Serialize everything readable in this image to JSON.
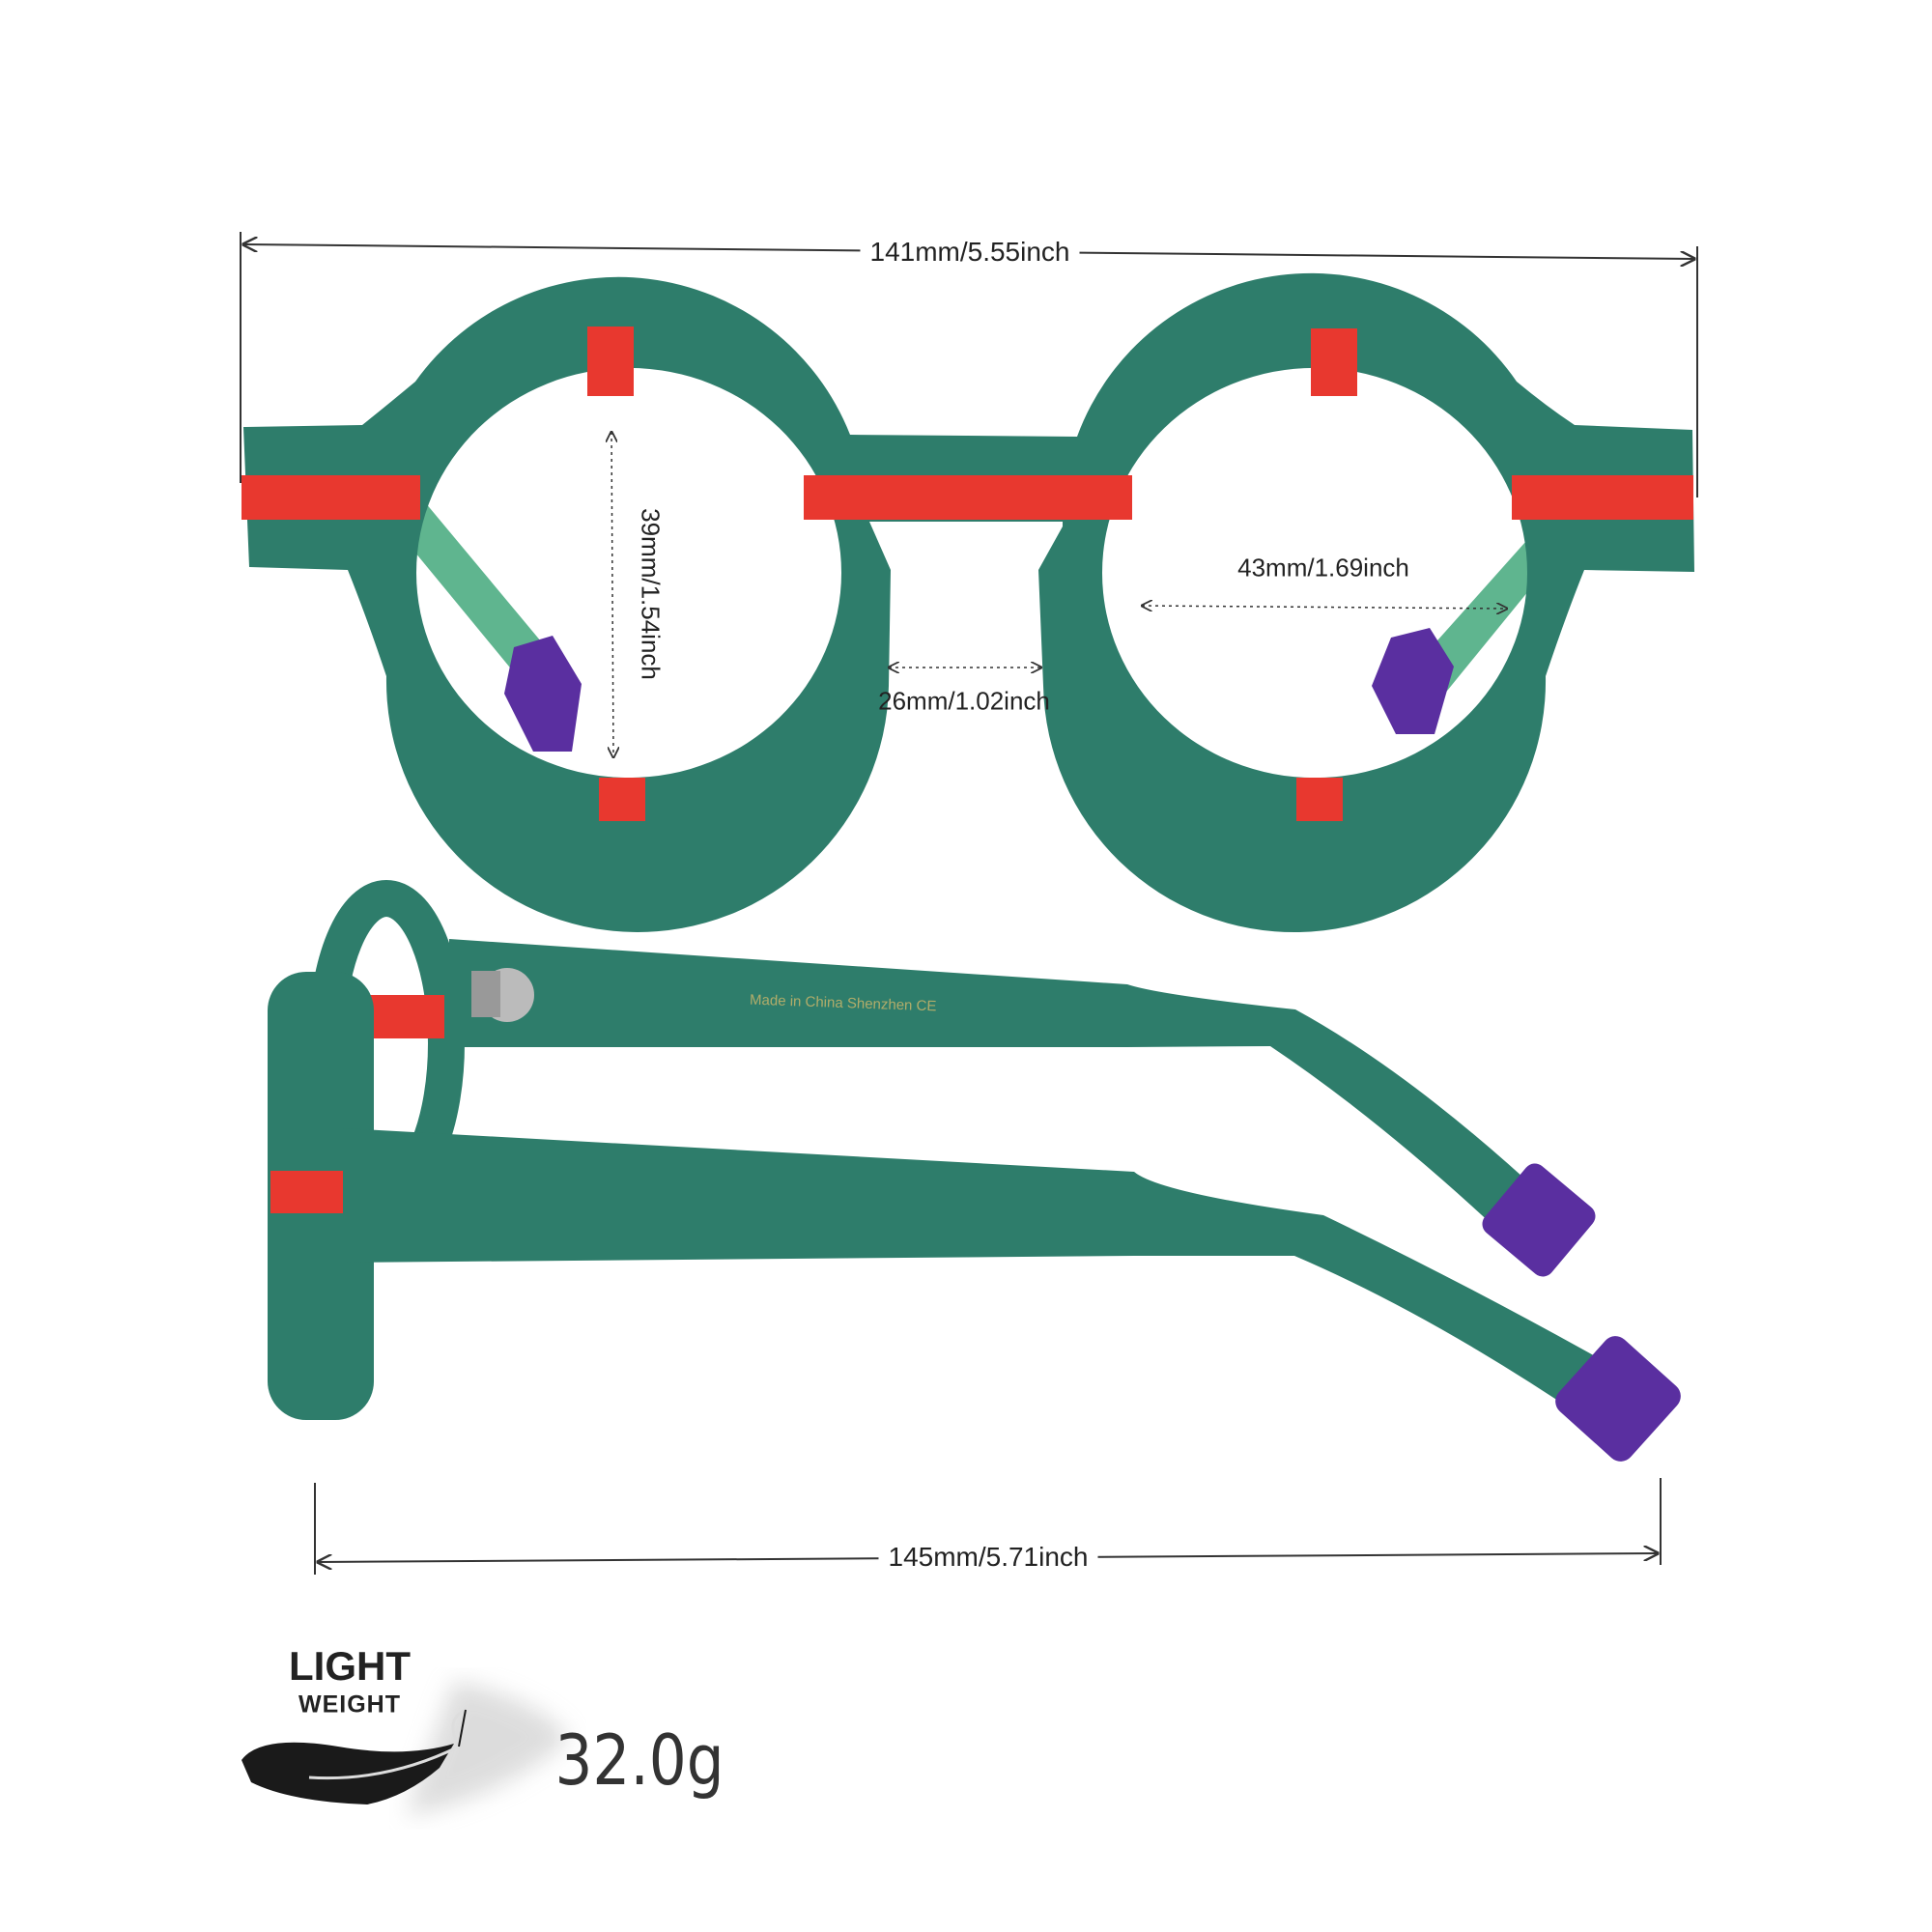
{
  "dimensions": {
    "frame_width": "141mm/5.55inch",
    "lens_height": "39mm/1.54inch",
    "lens_width": "43mm/1.69inch",
    "bridge_width": "26mm/1.02inch",
    "temple_length": "145mm/5.71inch"
  },
  "temple_imprint": "Made in China Shenzhen CE",
  "weight_badge": {
    "line1": "LIGHT",
    "line2": "WEIGHT",
    "value": "32.0g",
    "icon": "feather-icon"
  },
  "colors": {
    "frame_green": "#2e7d6b",
    "stripe_red": "#e8382f",
    "tip_purple": "#5a2fa0",
    "inner_temple_green": "#5fb58f"
  }
}
